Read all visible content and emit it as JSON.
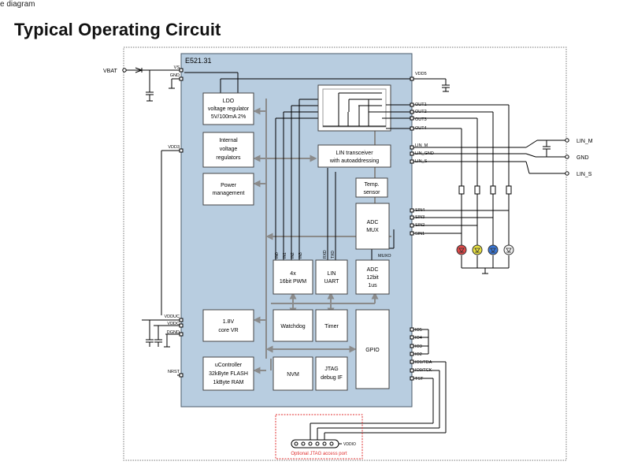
{
  "page": {
    "top_caption": "e diagram",
    "title": "Typical Operating Circuit"
  },
  "chip": {
    "name": "E521.31",
    "blocks": {
      "ldo": [
        "LDO",
        "voltage regulator",
        "5V/100mA 2%"
      ],
      "internal_vreg": [
        "Internal",
        "voltage",
        "regulators"
      ],
      "power_mgmt": [
        "Power",
        "management"
      ],
      "lin_transceiver": [
        "LIN transceiver",
        "with autoaddressing"
      ],
      "temp_sensor": [
        "Temp.",
        "sensor"
      ],
      "adc_mux": [
        "ADC",
        "MUX"
      ],
      "pwm": [
        "4x",
        "16bit PWM"
      ],
      "lin_uart": [
        "LIN",
        "UART"
      ],
      "adc": [
        "ADC",
        "12bit",
        "1us"
      ],
      "core_vr": [
        "1.8V",
        "core VR"
      ],
      "watchdog": [
        "Watchdog"
      ],
      "timer": [
        "Timer"
      ],
      "gpio": [
        "GPIO"
      ],
      "ucontroller": [
        "uController",
        "32kByte FLASH",
        "1kByte RAM"
      ],
      "nvm": [
        "NVM"
      ],
      "jtag": [
        "JTAG",
        "debug IF"
      ]
    },
    "pins_left": {
      "vs": "VS",
      "gnd": "GND",
      "vdd3": "VDD3",
      "vdduc": "VDDUC",
      "vddc": "VDDC",
      "dgnd": "DGND",
      "nrst": "NRST"
    },
    "pins_right": {
      "vdd5": "VDD5",
      "out": [
        "OUT1",
        "OUT2",
        "OUT3",
        "OUT4"
      ],
      "lin": [
        "LIN_M",
        "LIN_GND",
        "LIN_S"
      ],
      "sin": [
        "SIN4",
        "SIN3",
        "SIN2",
        "SIN1"
      ],
      "muxo": "MUXO",
      "io": [
        "IO5",
        "IO4",
        "IO3",
        "IO2",
        "IO1/TDA",
        "IO0/TCK",
        "TST"
      ]
    },
    "pwm_inputs": [
      "IN0",
      "IN1",
      "IN2",
      "IN3"
    ],
    "uart_signals": [
      "RXD",
      "TXD"
    ]
  },
  "external": {
    "vbat": "VBAT",
    "lin_m": "LIN_M",
    "gnd": "GND",
    "lin_s": "LIN_S",
    "vddio": "VDDIO",
    "jtag_port": "Optional JTAG access port"
  },
  "colors": {
    "chip_fill": "#b8cde0",
    "block_fill": "#ffffff",
    "wire": "#000000",
    "internal_bus": "#8a8a8a",
    "jtag_border": "#e03030",
    "led": [
      "#e04848",
      "#e8e040",
      "#3a78d8",
      "#f0f0f0"
    ]
  }
}
